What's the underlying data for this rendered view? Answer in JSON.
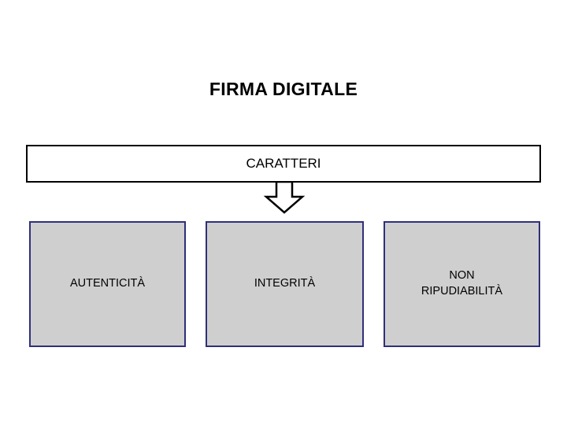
{
  "slide": {
    "title": "FIRMA DIGITALE",
    "banner": {
      "label": "CARATTERI"
    },
    "arrow": {
      "name": "down-arrow-icon"
    },
    "boxes": [
      {
        "label": "AUTENTICITÀ"
      },
      {
        "label": "INTEGRITÀ"
      },
      {
        "label": "NON\nRIPUDIABILITÀ"
      }
    ],
    "colors": {
      "box_fill": "#cfcfcf",
      "box_border": "#2f2f7a",
      "banner_border": "#000000",
      "text": "#000000",
      "background": "#ffffff"
    }
  }
}
